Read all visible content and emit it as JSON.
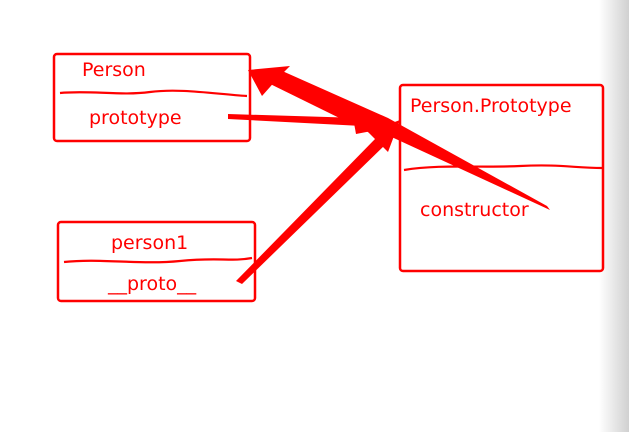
{
  "diagram": {
    "stroke_color": "#ff0000",
    "background": "#ffffff",
    "nodes": {
      "person": {
        "title": "Person",
        "field": "prototype"
      },
      "person_prototype": {
        "title": "Person.Prototype",
        "field": "constructor"
      },
      "person1": {
        "title": "person1",
        "field": "__proto__"
      }
    },
    "edges": [
      {
        "from": "person.prototype",
        "to": "person_prototype"
      },
      {
        "from": "person_prototype.constructor",
        "to": "person"
      },
      {
        "from": "person1.__proto__",
        "to": "person_prototype"
      }
    ]
  }
}
